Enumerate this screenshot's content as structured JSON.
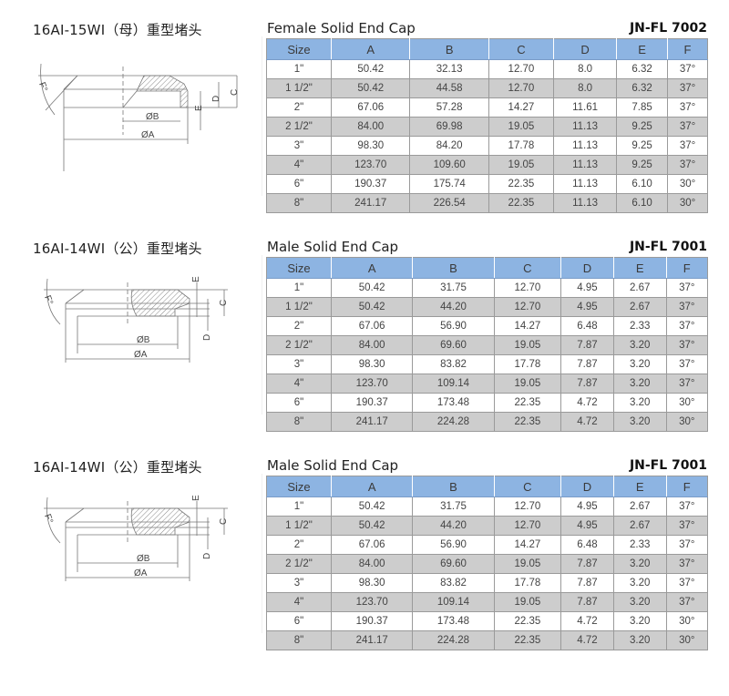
{
  "columns": [
    "Size",
    "A",
    "B",
    "C",
    "D",
    "E",
    "F"
  ],
  "sections": [
    {
      "cn_title": "16AI-15WI（母）重型堵头",
      "en_title": "Female Solid End Cap",
      "code": "JN-FL 7002",
      "drawing": {
        "type": "female",
        "labels": {
          "angle": "F°",
          "b": "ØB",
          "a": "ØA",
          "c": "C",
          "d": "D",
          "e": "E"
        }
      },
      "rows": [
        [
          "1\"",
          "50.42",
          "32.13",
          "12.70",
          "8.0",
          "6.32",
          "37°"
        ],
        [
          "1 1/2\"",
          "50.42",
          "44.58",
          "12.70",
          "8.0",
          "6.32",
          "37°"
        ],
        [
          "2\"",
          "67.06",
          "57.28",
          "14.27",
          "11.61",
          "7.85",
          "37°"
        ],
        [
          "2 1/2\"",
          "84.00",
          "69.98",
          "19.05",
          "11.13",
          "9.25",
          "37°"
        ],
        [
          "3\"",
          "98.30",
          "84.20",
          "17.78",
          "11.13",
          "9.25",
          "37°"
        ],
        [
          "4\"",
          "123.70",
          "109.60",
          "19.05",
          "11.13",
          "9.25",
          "37°"
        ],
        [
          "6\"",
          "190.37",
          "175.74",
          "22.35",
          "11.13",
          "6.10",
          "30°"
        ],
        [
          "8\"",
          "241.17",
          "226.54",
          "22.35",
          "11.13",
          "6.10",
          "30°"
        ]
      ]
    },
    {
      "cn_title": "16AI-14WI（公）重型堵头",
      "en_title": "Male Solid End Cap",
      "code": "JN-FL 7001",
      "drawing": {
        "type": "male",
        "labels": {
          "angle": "F°",
          "b": "ØB",
          "a": "ØA",
          "c": "C",
          "d": "D",
          "e": "E"
        }
      },
      "rows": [
        [
          "1\"",
          "50.42",
          "31.75",
          "12.70",
          "4.95",
          "2.67",
          "37°"
        ],
        [
          "1 1/2\"",
          "50.42",
          "44.20",
          "12.70",
          "4.95",
          "2.67",
          "37°"
        ],
        [
          "2\"",
          "67.06",
          "56.90",
          "14.27",
          "6.48",
          "2.33",
          "37°"
        ],
        [
          "2 1/2\"",
          "84.00",
          "69.60",
          "19.05",
          "7.87",
          "3.20",
          "37°"
        ],
        [
          "3\"",
          "98.30",
          "83.82",
          "17.78",
          "7.87",
          "3.20",
          "37°"
        ],
        [
          "4\"",
          "123.70",
          "109.14",
          "19.05",
          "7.87",
          "3.20",
          "37°"
        ],
        [
          "6\"",
          "190.37",
          "173.48",
          "22.35",
          "4.72",
          "3.20",
          "30°"
        ],
        [
          "8\"",
          "241.17",
          "224.28",
          "22.35",
          "4.72",
          "3.20",
          "30°"
        ]
      ]
    },
    {
      "cn_title": "16AI-14WI（公）重型堵头",
      "en_title": "Male Solid End Cap",
      "code": "JN-FL 7001",
      "drawing": {
        "type": "male",
        "labels": {
          "angle": "F°",
          "b": "ØB",
          "a": "ØA",
          "c": "C",
          "d": "D",
          "e": "E"
        }
      },
      "rows": [
        [
          "1\"",
          "50.42",
          "31.75",
          "12.70",
          "4.95",
          "2.67",
          "37°"
        ],
        [
          "1 1/2\"",
          "50.42",
          "44.20",
          "12.70",
          "4.95",
          "2.67",
          "37°"
        ],
        [
          "2\"",
          "67.06",
          "56.90",
          "14.27",
          "6.48",
          "2.33",
          "37°"
        ],
        [
          "2 1/2\"",
          "84.00",
          "69.60",
          "19.05",
          "7.87",
          "3.20",
          "37°"
        ],
        [
          "3\"",
          "98.30",
          "83.82",
          "17.78",
          "7.87",
          "3.20",
          "37°"
        ],
        [
          "4\"",
          "123.70",
          "109.14",
          "19.05",
          "7.87",
          "3.20",
          "37°"
        ],
        [
          "6\"",
          "190.37",
          "173.48",
          "22.35",
          "4.72",
          "3.20",
          "30°"
        ],
        [
          "8\"",
          "241.17",
          "224.28",
          "22.35",
          "4.72",
          "3.20",
          "30°"
        ]
      ]
    }
  ]
}
